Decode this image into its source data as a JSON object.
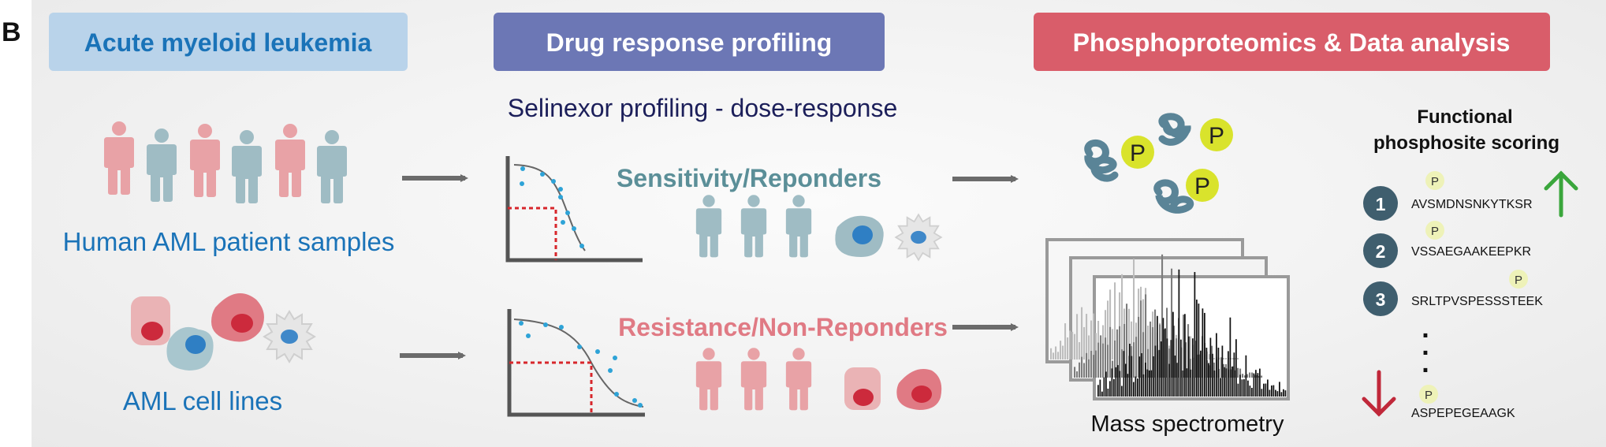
{
  "panel_letter": "B",
  "headers": {
    "left": "Acute myeloid leukemia",
    "middle": "Drug response profiling",
    "right": "Phosphoproteomics & Data analysis"
  },
  "left": {
    "patients_label": "Human AML patient samples",
    "cells_label": "AML cell lines"
  },
  "middle": {
    "title": "Selinexor profiling - dose-response",
    "responders_label": "Sensitivity/Reponders",
    "nonresponders_label": "Resistance/Non-Reponders"
  },
  "right": {
    "phospho_letter": "P",
    "ms_label": "Mass spectrometry",
    "scoring_title_1": "Functional",
    "scoring_title_2": "phosphosite scoring",
    "ranked": [
      {
        "rank": "1",
        "peptide": "AVSMDNSNKYTKSR"
      },
      {
        "rank": "2",
        "peptide": "VSSAEGAAKEEPKR"
      },
      {
        "rank": "3",
        "peptide": "SRLTPVSPESSSTEEK"
      }
    ],
    "dots": ".",
    "last_peptide": "ASPEPEGEAAGK"
  },
  "colors": {
    "left_header_bg": "#b9d3ea",
    "left_header_text": "#1a73b8",
    "middle_header_bg": "#6c77b5",
    "right_header_bg": "#d95d6a",
    "patient_pink": "#e8a2a6",
    "patient_teal": "#9fbcc4",
    "responder_text": "#5b8f98",
    "resistance_text": "#e07a84",
    "rank_circle": "#3f5e6e",
    "arrow_up": "#3aa63c",
    "arrow_down": "#c0283a",
    "phospho_yellow": "#d9e32c",
    "protein_blue": "#5a8497"
  }
}
